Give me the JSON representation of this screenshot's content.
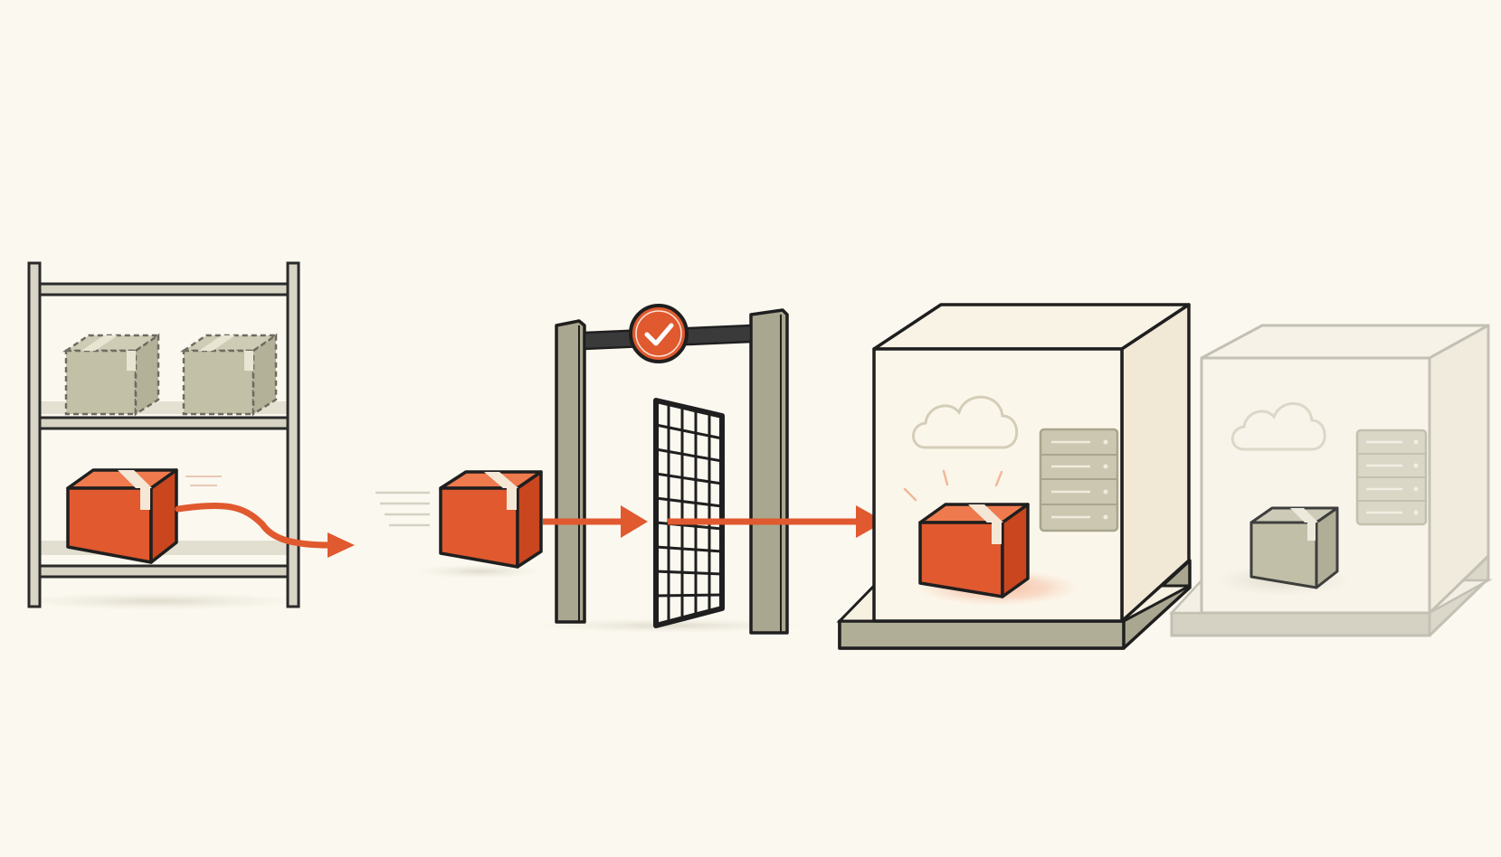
{
  "colors": {
    "background": "#FBF8EF",
    "accent": "#E0592F",
    "accent_dark": "#C9461F",
    "accent_light": "#F3C6AA",
    "olive": "#A9A78F",
    "olive_light": "#C9C7B1",
    "olive_pale": "#D6D3C2",
    "outline": "#1F1F1F",
    "outline_faded": "#BDBBAE",
    "room_fill": "#FBF6EA",
    "room_side": "#F4EEDF",
    "tape": "#F4E7D6"
  },
  "diagram": {
    "description_icons": [
      "storage-shelf-icon",
      "moving-package-icon",
      "security-gate-icon",
      "approved-check-icon",
      "cloud-icon",
      "server-rack-icon",
      "destination-room-icon",
      "inactive-room-icon"
    ],
    "stages": [
      {
        "name": "storage-shelf",
        "state": "source"
      },
      {
        "name": "package-in-transit",
        "state": "moving"
      },
      {
        "name": "security-gate",
        "state": "approved"
      },
      {
        "name": "active-environment",
        "state": "delivered"
      },
      {
        "name": "inactive-environment",
        "state": "faded"
      }
    ]
  }
}
